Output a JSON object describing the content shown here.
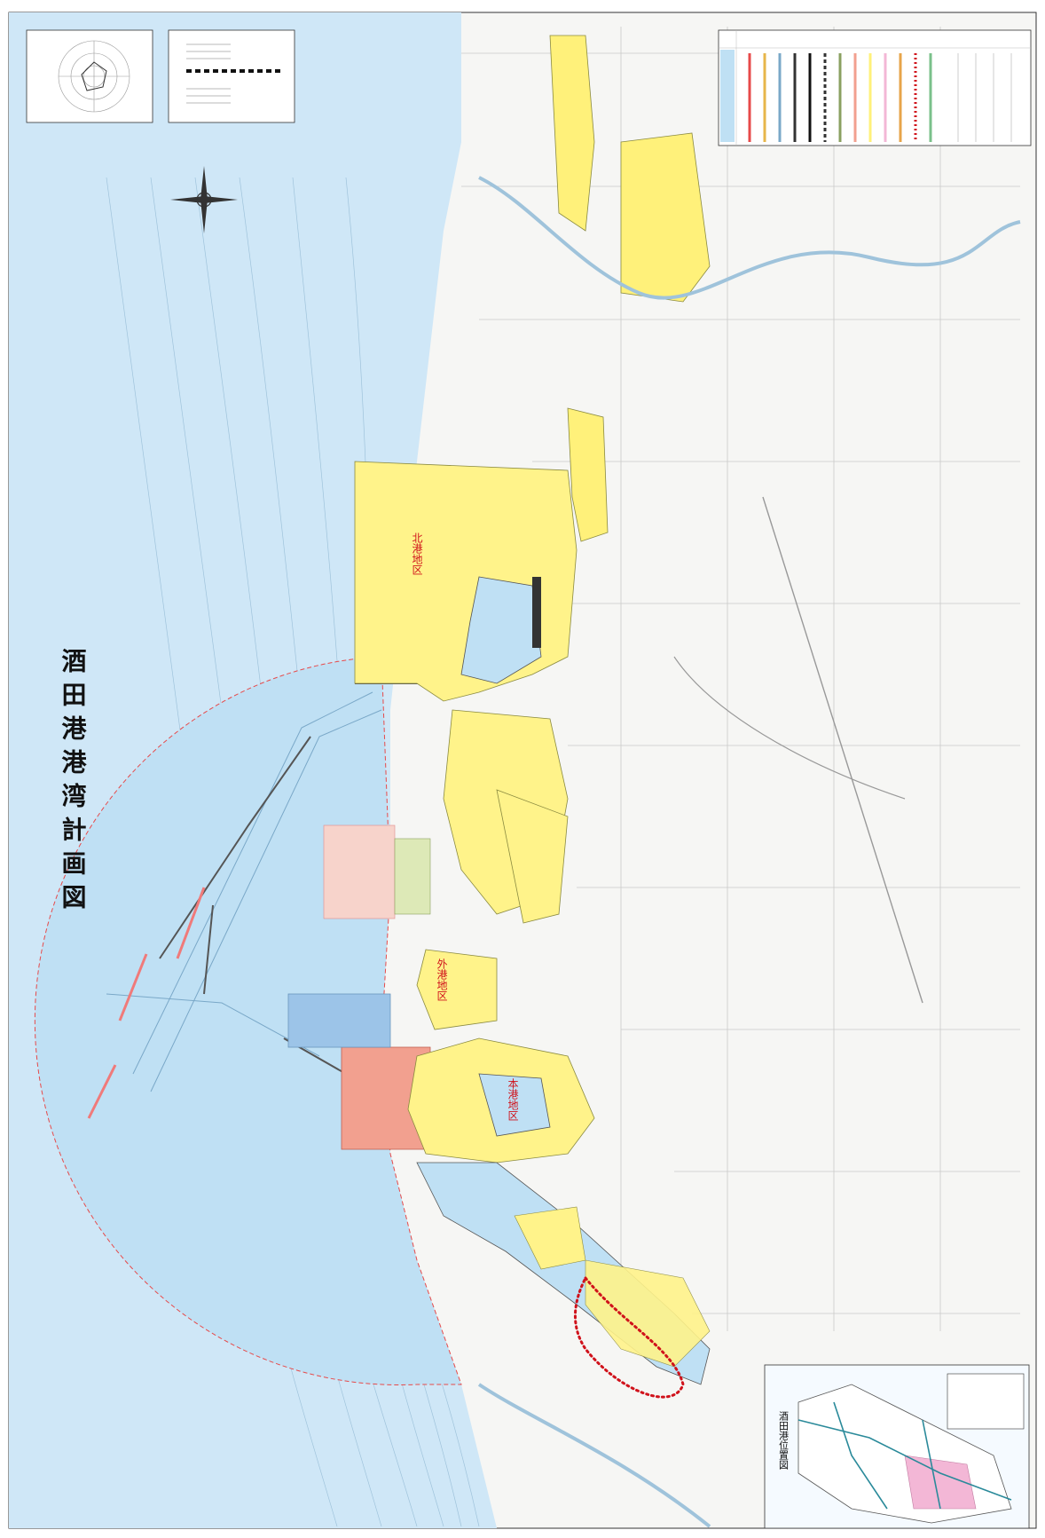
{
  "map": {
    "title": "酒田港港湾計画図",
    "districts": {
      "north": "北港地区",
      "outer": "外港地区",
      "main": "本港地区"
    },
    "inset_title": "酒田港位置図",
    "colors": {
      "sea": "#cfe7f7",
      "water_area": "#bfe0f4",
      "port_land": "#fff38a",
      "industrial_land": "#fff17a",
      "redevelopment": "#f2a08f",
      "deep_water": "#9cc4e8",
      "boundary_red": "#e74a4a",
      "focus_outline": "#d0121b",
      "land_bg": "#f6f6f4",
      "road": "#b8b8b8",
      "pink_area": "#f3b7d6"
    }
  }
}
